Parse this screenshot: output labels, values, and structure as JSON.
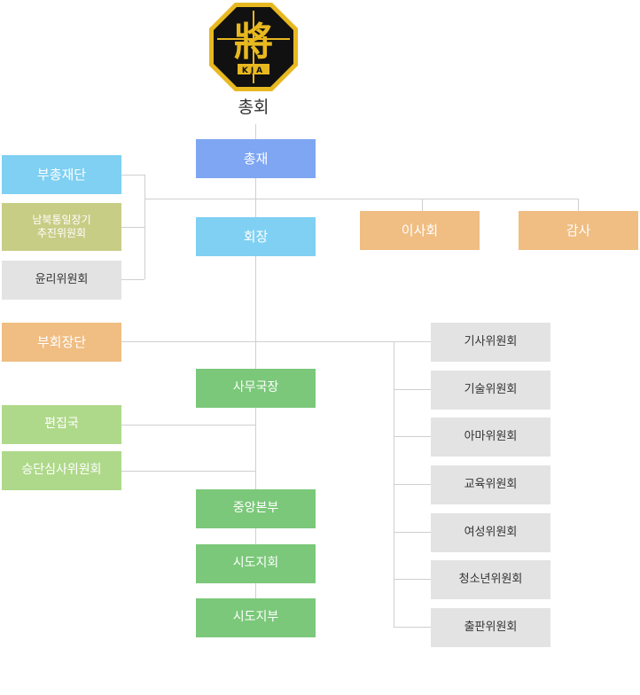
{
  "logo": {
    "glyph": "將",
    "abbr": "KJA",
    "colors": {
      "gold": "#e8b820",
      "black": "#111111"
    }
  },
  "top_title": "총회",
  "boxes": {
    "president": "총재",
    "vice_president_group": "부총재단",
    "unification_committee_line1": "남북통일장기",
    "unification_committee_line2": "추진위원회",
    "ethics_committee": "윤리위원회",
    "chairman": "회장",
    "board": "이사회",
    "audit": "감사",
    "vice_chair_group": "부회장단",
    "secretary_general": "사무국장",
    "editorial": "편집국",
    "promotion_review": "승단심사위원회",
    "central_hq": "중앙본부",
    "city_province_assoc": "시도지회",
    "city_province_branch": "시도지부"
  },
  "committees": [
    "기사위원회",
    "기술위원회",
    "아마위원회",
    "교육위원회",
    "여성위원회",
    "청소년위원회",
    "출판위원회"
  ]
}
